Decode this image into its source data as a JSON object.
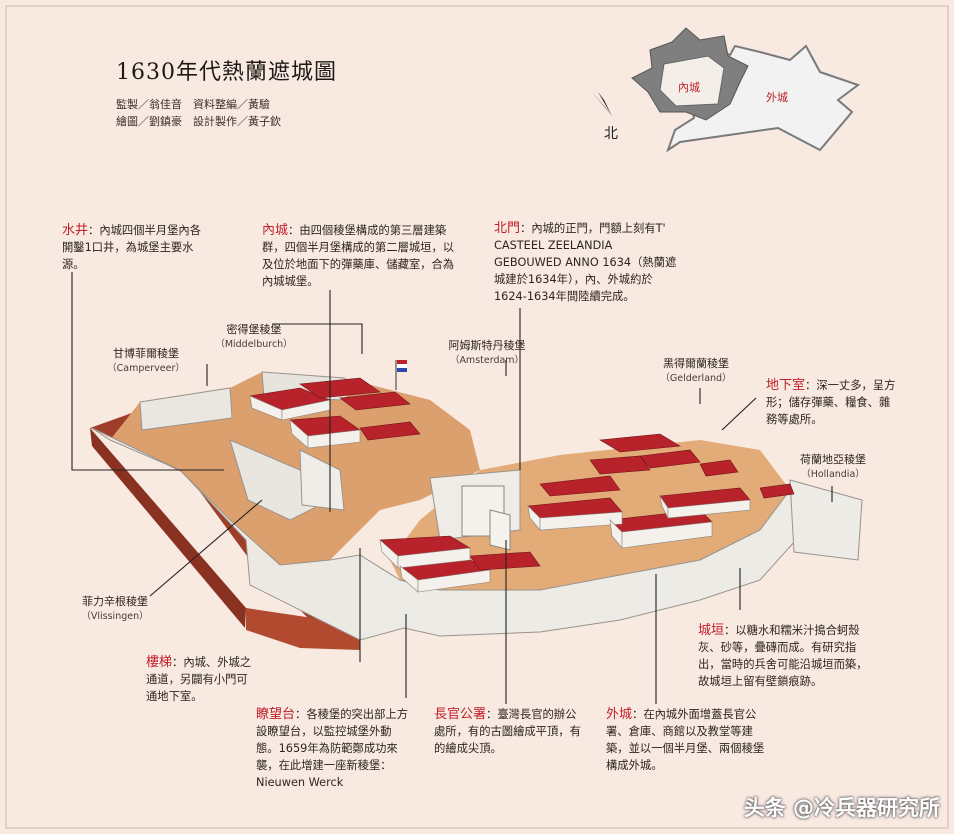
{
  "title": "1630年代熱蘭遮城圖",
  "credits": [
    "監製／翁佳音　資料整編／黃驗",
    "繪圖／劉鎮豪　設計製作／黃子欽"
  ],
  "minimap": {
    "north": "北",
    "inner": "內城",
    "outer": "外城"
  },
  "notes": {
    "well": {
      "head": "水井",
      "body": "：內城四個半月堡內各開鑿1口井，為城堡主要水源。"
    },
    "inner": {
      "head": "內城",
      "body": "：由四個稜堡構成的第三層建築群，四個半月堡構成的第二層城垣，以及位於地面下的彈藥庫、儲藏室，合為內城城堡。"
    },
    "north_gate": {
      "head": "北門",
      "body": "：內城的正門，門額上刻有T' CASTEEL ZEELANDIA GEBOUWED ANNO 1634（熱蘭遮城建於1634年），內、外城約於1624-1634年間陸續完成。"
    },
    "basement": {
      "head": "地下室",
      "body": "：深一丈多，呈方形；儲存彈藥、糧食、雜務等處所。"
    },
    "wall": {
      "head": "城垣",
      "body": "：以糖水和糯米汁搗合蚵殼灰、砂等，疊磚而成。有研究指出，當時的兵舍可能沿城垣而築，故城垣上留有壁鎖痕跡。"
    },
    "stairs": {
      "head": "樓梯",
      "body": "：內城、外城之通道，另闢有小門可通地下室。"
    },
    "watchtower": {
      "head": "瞭望台",
      "body": "：各稜堡的突出部上方設瞭望台，以監控城堡外動態。1659年為防範鄭成功來襲，在此增建一座新稜堡：Nieuwen Werck"
    },
    "governor": {
      "head": "長官公署",
      "body": "：臺灣長官的辦公處所，有的古圖繪成平頂，有的繪成尖頂。"
    },
    "outer": {
      "head": "外城",
      "body": "：在內城外面增蓋長官公署、倉庫、商館以及教堂等建築，並以一個半月堡、兩個稜堡構成外城。"
    }
  },
  "labels": {
    "middelburch": {
      "name": "密得堡稜堡",
      "sub": "（Middelburch）"
    },
    "camperveer": {
      "name": "甘博菲爾稜堡",
      "sub": "（Camperveer）"
    },
    "amsterdam": {
      "name": "阿姆斯特丹稜堡",
      "sub": "（Amsterdam）"
    },
    "gelderland": {
      "name": "黑得爾蘭稜堡",
      "sub": "（Gelderland）"
    },
    "hollandia": {
      "name": "荷蘭地亞稜堡",
      "sub": "（Hollandia）"
    },
    "vlissingen": {
      "name": "菲力辛根稜堡",
      "sub": "（Vlissingen）"
    }
  },
  "watermark": "头条 @冷兵器研究所",
  "colors": {
    "accent": "#c0202a",
    "roof": "#b8232b",
    "wall": "#ebe8e2",
    "ground": "#dca06e",
    "soil": "#a8432a"
  }
}
